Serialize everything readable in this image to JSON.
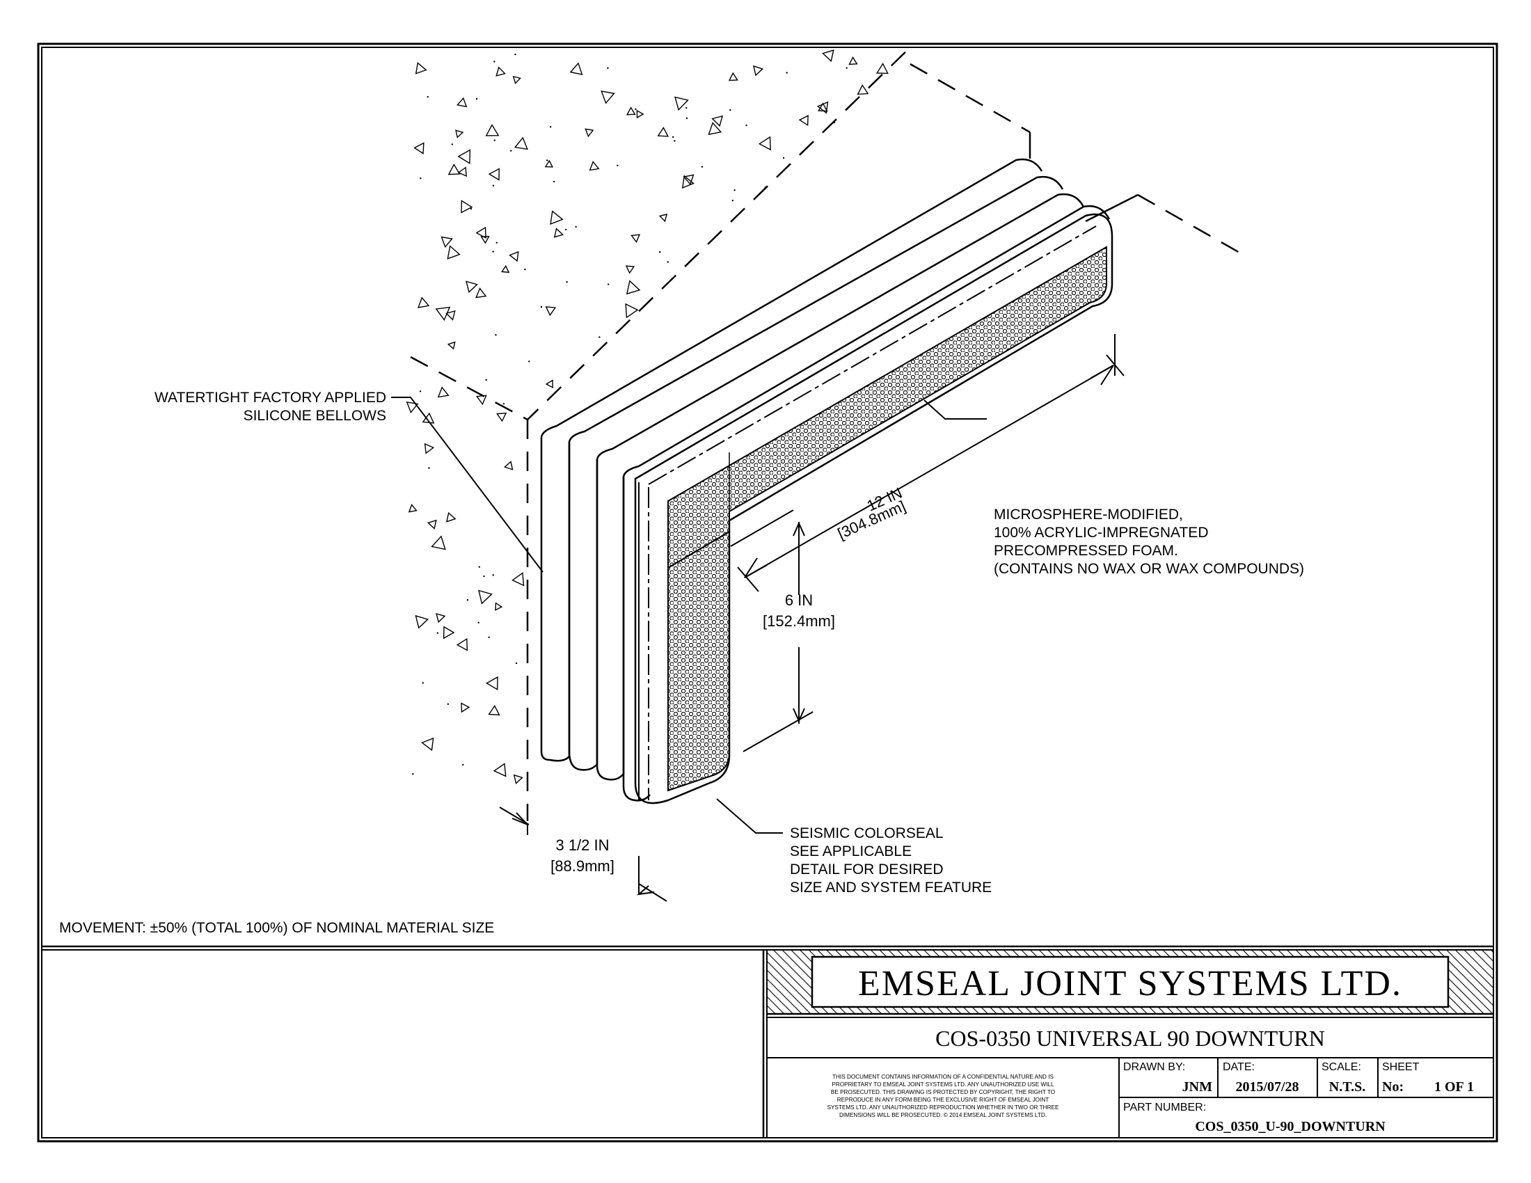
{
  "callouts": {
    "bellows": [
      "WATERTIGHT FACTORY APPLIED",
      "SILICONE BELLOWS"
    ],
    "foam": [
      "MICROSPHERE-MODIFIED,",
      "100% ACRYLIC-IMPREGNATED",
      "PRECOMPRESSED FOAM.",
      "(CONTAINS NO WAX OR WAX COMPOUNDS)"
    ],
    "seismic": [
      "SEISMIC COLORSEAL",
      "SEE APPLICABLE",
      "DETAIL FOR DESIRED",
      "SIZE AND SYSTEM FEATURE"
    ]
  },
  "dimensions": {
    "length": [
      "12 IN",
      "[304.8mm]"
    ],
    "height": [
      "6 IN",
      "[152.4mm]"
    ],
    "width": [
      "3 1/2 IN",
      "[88.9mm]"
    ]
  },
  "movement_note": "MOVEMENT: ±50% (TOTAL 100%) OF NOMINAL MATERIAL SIZE",
  "title_block": {
    "company": "EMSEAL JOINT SYSTEMS LTD.",
    "title": "COS-0350 UNIVERSAL 90 DOWNTURN",
    "notice": [
      "THIS DOCUMENT CONTAINS INFORMATION OF A CONFIDENTIAL NATURE AND IS",
      "PROPRIETARY TO EMSEAL JOINT SYSTEMS LTD. ANY UNAUTHORIZED USE WILL",
      "BE PROSECUTED. THIS DRAWING IS PROTECTED BY COPYRIGHT, THE RIGHT TO",
      "REPRODUCE IN ANY FORM BEING THE EXCLUSIVE RIGHT OF EMSEAL JOINT",
      "SYSTEMS LTD. ANY UNAUTHORIZED REPRODUCTION WHETHER IN TWO OR THREE",
      "DIMENSIONS WILL BE PROSECUTED. © 2014 EMSEAL JOINT SYSTEMS LTD."
    ],
    "drawn_by_label": "DRAWN BY:",
    "drawn_by": "JNM",
    "date_label": "DATE:",
    "date": "2015/07/28",
    "scale_label": "SCALE:",
    "scale": "N.T.S.",
    "sheet_label": "SHEET",
    "sheet_no_label": "No:",
    "sheet": "1 OF 1",
    "part_number_label": "PART NUMBER:",
    "part_number": "COS_0350_U-90_DOWNTURN"
  }
}
